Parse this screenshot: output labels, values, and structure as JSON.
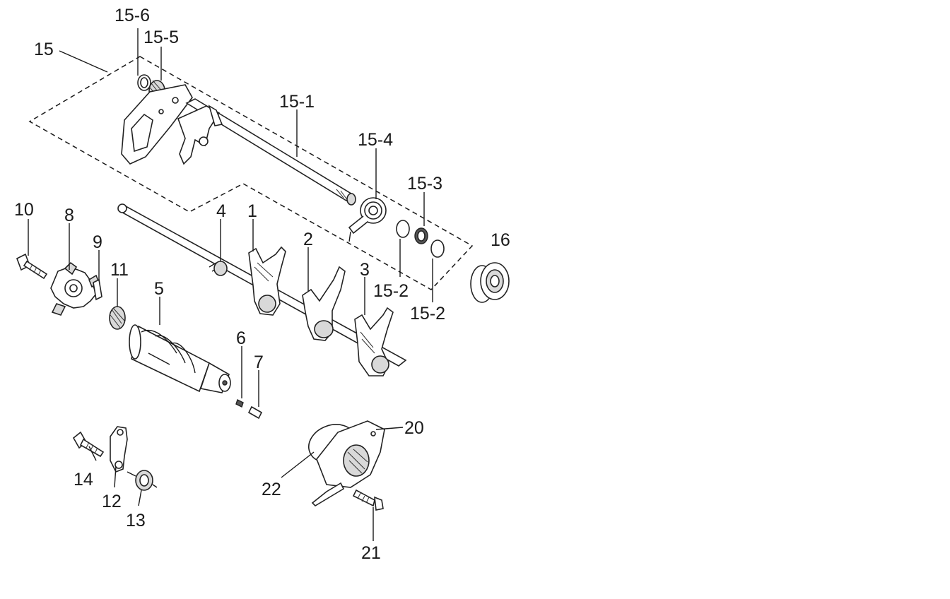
{
  "labels": {
    "p1": "1",
    "p2": "2",
    "p3": "3",
    "p4": "4",
    "p5": "5",
    "p6": "6",
    "p7": "7",
    "p8": "8",
    "p9": "9",
    "p10": "10",
    "p11": "11",
    "p12": "12",
    "p13": "13",
    "p14": "14",
    "p15": "15",
    "p15_1": "15-1",
    "p15_2a": "15-2",
    "p15_2b": "15-2",
    "p15_3": "15-3",
    "p15_4": "15-4",
    "p15_5": "15-5",
    "p15_6": "15-6",
    "p16": "16",
    "p20": "20",
    "p21": "21",
    "p22": "22"
  }
}
